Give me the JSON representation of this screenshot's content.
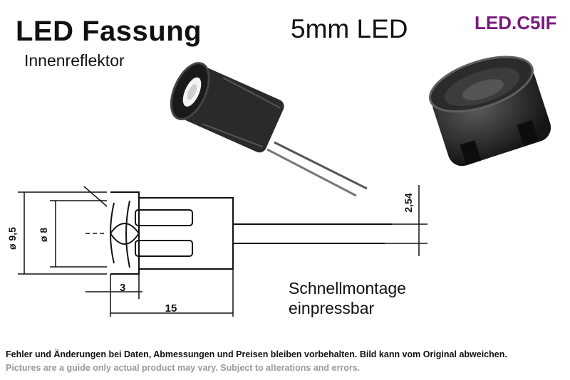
{
  "header": {
    "title": "LED Fassung",
    "subtitle": "Innenreflektor",
    "size_label": "5mm LED",
    "product_code": "LED.C5IF"
  },
  "drawing": {
    "dim_outer_diameter": "ø 9,5",
    "dim_inner_diameter": "ø 8",
    "dim_lead_pitch": "2,54",
    "dim_collar": "3",
    "dim_length": "15"
  },
  "mounting": {
    "line1": "Schnellmontage",
    "line2": "einpressbar"
  },
  "footer": {
    "note_de": "Fehler und Änderungen bei Daten, Abmessungen und Preisen bleiben vorbehalten. Bild kann vom Original abweichen.",
    "note_en": "Pictures are a guide only actual product may vary. Subject to alterations and errors."
  },
  "colors": {
    "product_code": "#7a1a7a",
    "drawing_ink": "#111111",
    "holder_body": "#2a2a2a",
    "note_en": "#9a9a9a"
  }
}
